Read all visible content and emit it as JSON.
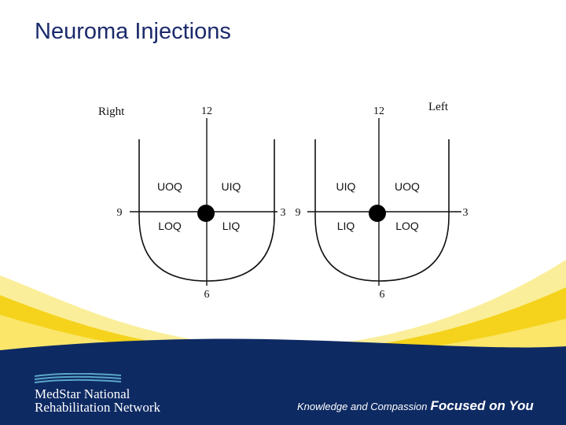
{
  "slide": {
    "title": "Neuroma Injections"
  },
  "diagram": {
    "right_label": "Right",
    "left_label": "Left",
    "right_breast": {
      "top": "12",
      "bottom": "6",
      "left_tick": "9",
      "right_tick": "3",
      "upper_left": "UOQ",
      "upper_right": "UIQ",
      "lower_left": "LOQ",
      "lower_right": "LIQ"
    },
    "left_breast": {
      "top": "12",
      "bottom": "6",
      "left_tick": "9",
      "right_tick": "3",
      "upper_left": "UIQ",
      "upper_right": "UOQ",
      "lower_left": "LIQ",
      "lower_right": "LOQ"
    }
  },
  "footer": {
    "org_line1": "MedStar National",
    "org_line2": "Rehabilitation Network",
    "tagline_light": "Knowledge and Compassion",
    "tagline_strong": "Focused on You"
  },
  "colors": {
    "navy": "#0e2a63",
    "yellow": "#f5d31c",
    "pale_yellow": "#fbee9a",
    "title_blue": "#1b2a6b",
    "logo_blue": "#5aa7c8"
  }
}
